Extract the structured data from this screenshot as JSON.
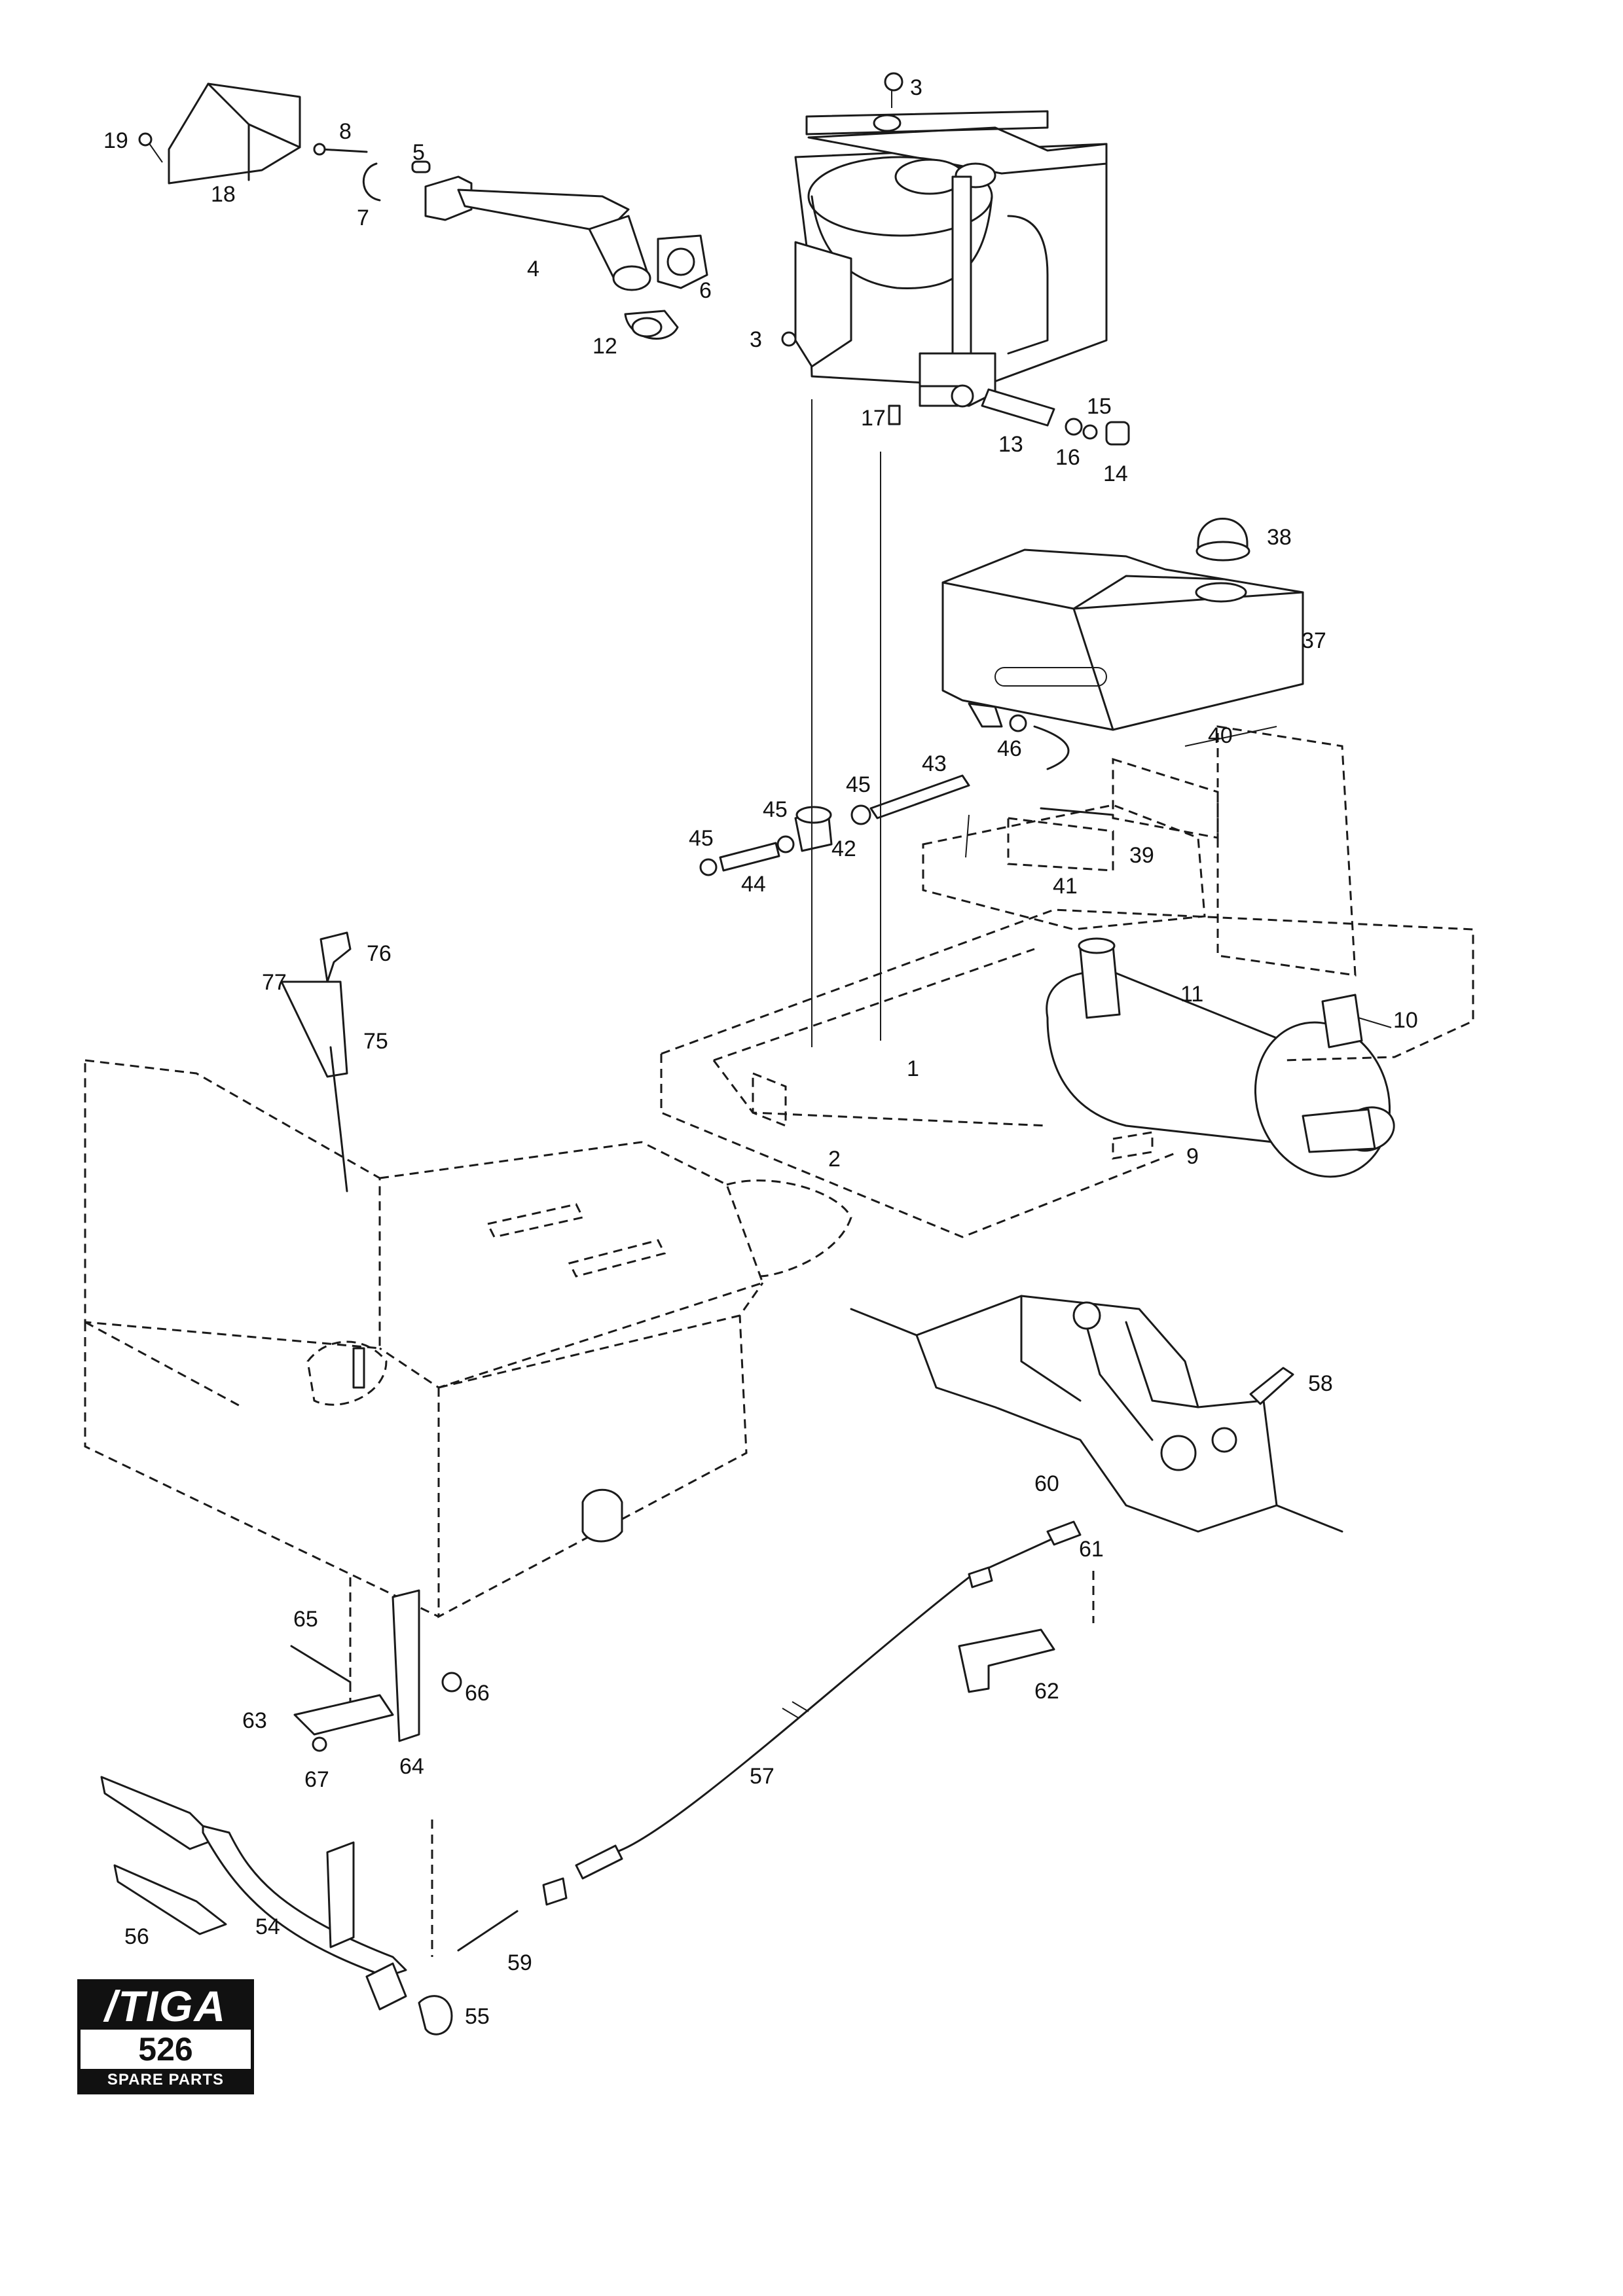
{
  "brand": {
    "name": "/TIGA",
    "model": "526",
    "caption": "SPARE PARTS"
  },
  "callouts": [
    "19",
    "18",
    "8",
    "5",
    "7",
    "4",
    "6",
    "12",
    "3",
    "3",
    "17",
    "13",
    "16",
    "15",
    "14",
    "38",
    "37",
    "40",
    "46",
    "43",
    "45",
    "45",
    "42",
    "45",
    "44",
    "39",
    "41",
    "76",
    "77",
    "75",
    "1",
    "2",
    "11",
    "10",
    "9",
    "58",
    "60",
    "61",
    "65",
    "63",
    "66",
    "67",
    "64",
    "62",
    "57",
    "56",
    "54",
    "59",
    "55"
  ]
}
